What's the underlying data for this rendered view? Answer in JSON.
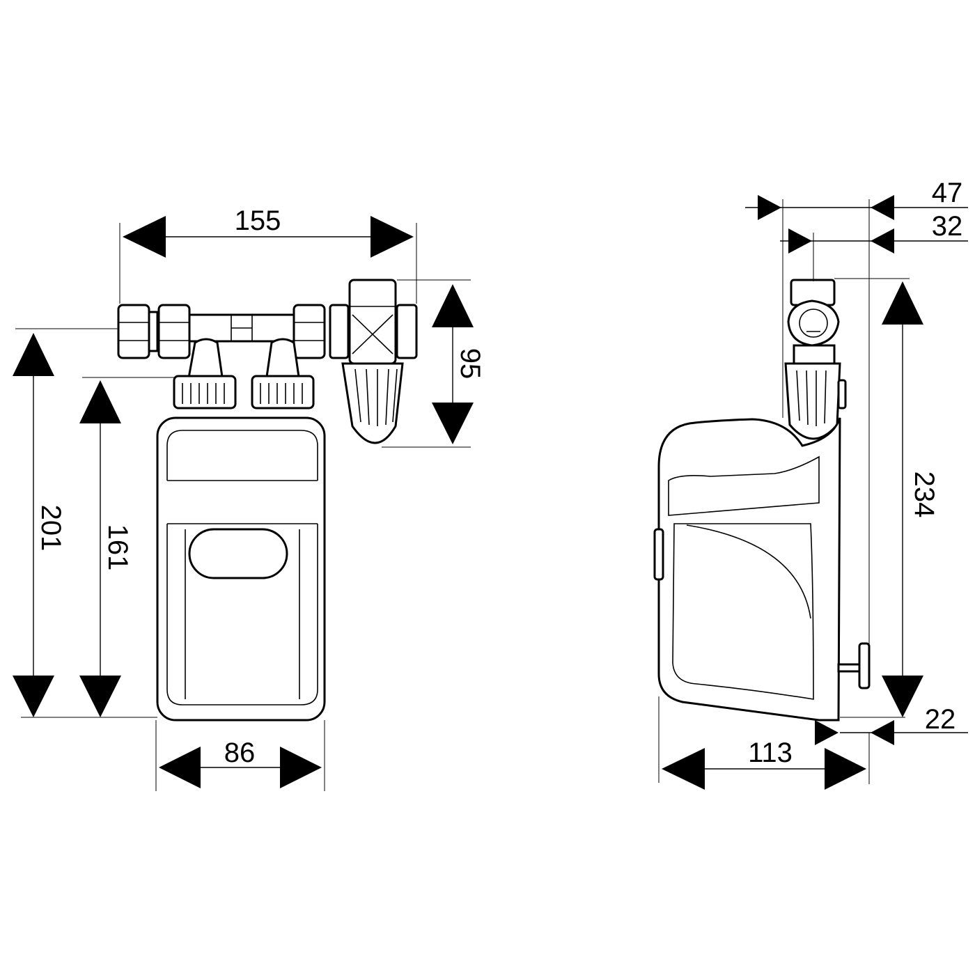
{
  "front_view": {
    "dims": {
      "width_top": "155",
      "valve_height": "95",
      "total_height": "201",
      "body_height": "161",
      "body_width": "86"
    }
  },
  "side_view": {
    "dims": {
      "offset_outer": "47",
      "offset_inner": "32",
      "height": "234",
      "bottom_offset": "22",
      "depth": "113"
    }
  }
}
